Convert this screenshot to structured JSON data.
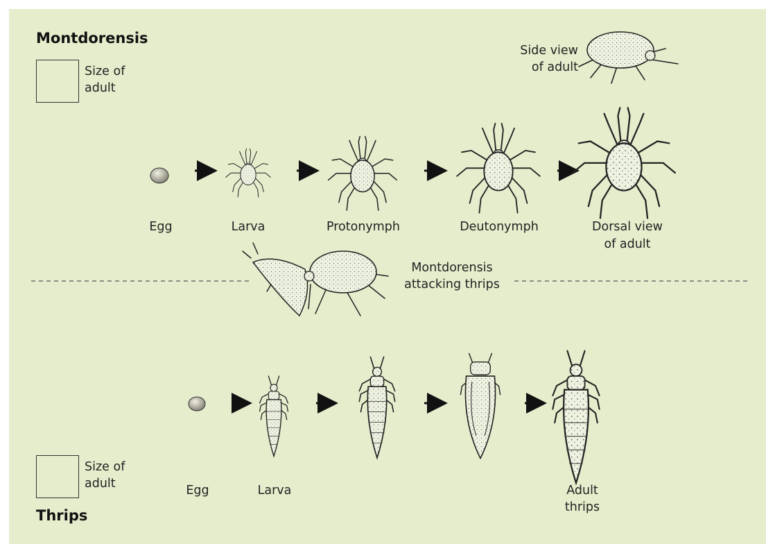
{
  "mite_section": {
    "title": "Montdorensis",
    "size_label": [
      "Size of",
      "adult"
    ],
    "side_view_label": [
      "Side view",
      "of adult"
    ],
    "stages": [
      "Egg",
      "Larva",
      "Protonymph",
      "Deutonymph"
    ],
    "adult_label": [
      "Dorsal view",
      "of adult"
    ]
  },
  "interaction": {
    "label": [
      "Montdorensis",
      "attacking thrips"
    ]
  },
  "thrips_section": {
    "title": "Thrips",
    "size_label": [
      "Size of",
      "adult"
    ],
    "stages": [
      "Egg",
      "Larva"
    ],
    "adult_label": [
      "Adult",
      "thrips"
    ]
  },
  "colors": {
    "background": "#e5edcc",
    "ink": "#222222"
  }
}
